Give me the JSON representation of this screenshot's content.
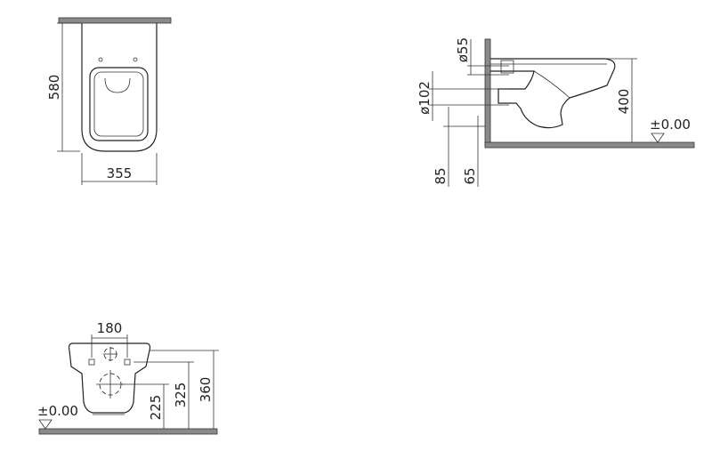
{
  "top_view": {
    "width": "355",
    "length": "580"
  },
  "side_view": {
    "inlet_diameter": "ø55",
    "outlet_diameter": "ø102",
    "height": "400",
    "floor_level": "±0.00",
    "offset_a": "85",
    "offset_b": "65"
  },
  "front_view": {
    "bolt_spacing": "180",
    "height_a": "225",
    "height_b": "325",
    "height_c": "360",
    "floor_level": "±0.00"
  }
}
